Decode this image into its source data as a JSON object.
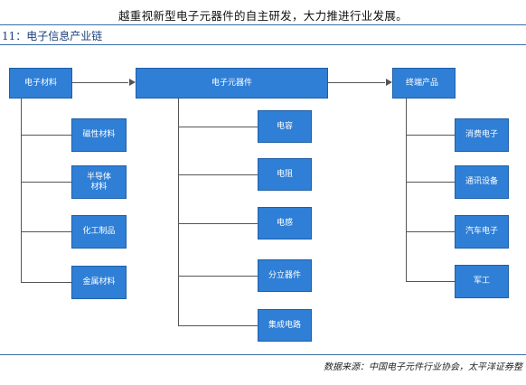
{
  "intro_text": "越重视新型电子元器件的自主研发，大力推进行业发展。",
  "figure": {
    "title": "11：电子信息产业链"
  },
  "chart_data": {
    "type": "diagram",
    "nodes": {
      "materials": "电子材料",
      "components": "电子元器件",
      "products": "终端产品",
      "material_items": [
        "磁性材料",
        "半导体材料",
        "化工制品",
        "金属材料"
      ],
      "component_items": [
        "电容",
        "电阻",
        "电感",
        "分立器件",
        "集成电路"
      ],
      "product_items": [
        "消费电子",
        "通讯设备",
        "汽车电子",
        "军工"
      ]
    },
    "edges": [
      [
        "电子材料",
        "电子元器件"
      ],
      [
        "电子元器件",
        "终端产品"
      ]
    ]
  },
  "source": "数据来源：中国电子元件行业协会，太平洋证券整"
}
